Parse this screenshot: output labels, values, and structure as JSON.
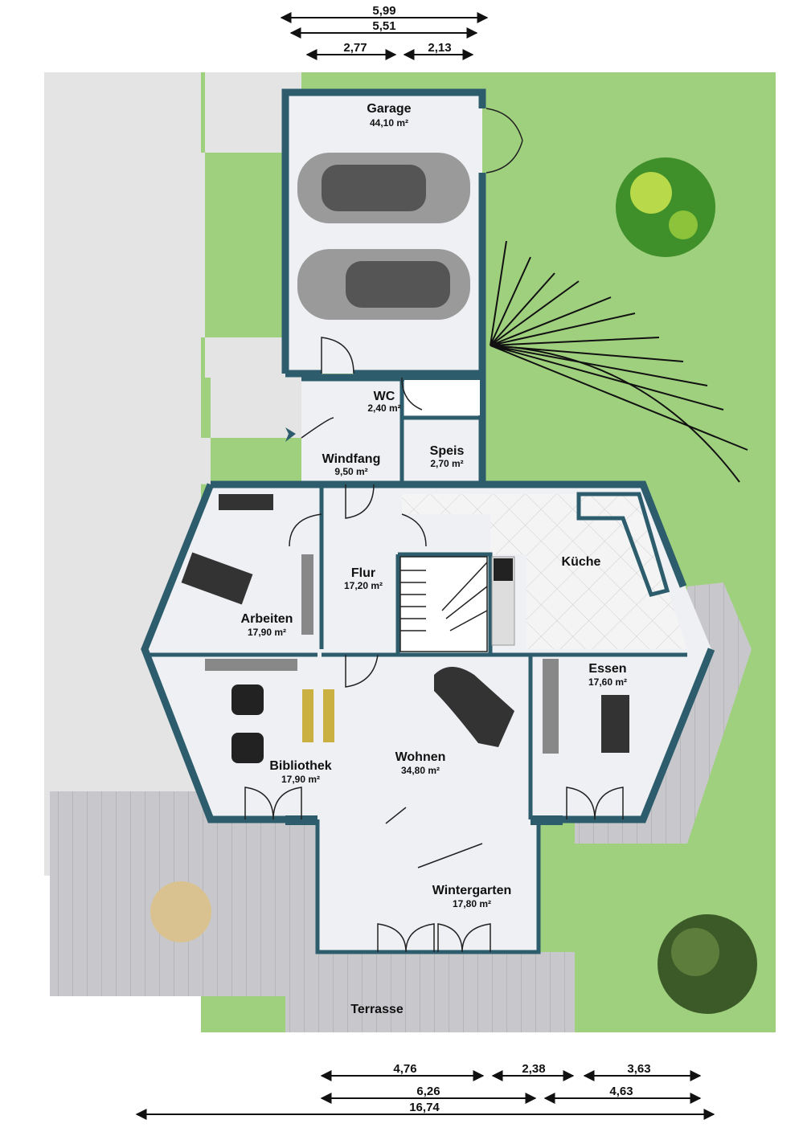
{
  "colors": {
    "wall": "#2d5d6c",
    "lawn": "#9fd07e",
    "pavement": "#e4e4e4",
    "deck": "#c9c9cc",
    "floor": "#eef0f3",
    "kitchen_tiles": "#e2e2e2"
  },
  "dimensions": {
    "top": [
      "5,99",
      "5,51",
      "2,77",
      "2,13"
    ],
    "bottom": [
      "4,76",
      "2,38",
      "3,63",
      "6,26",
      "4,63",
      "16,74"
    ]
  },
  "rooms": {
    "garage": {
      "name": "Garage",
      "area": "44,10 m²"
    },
    "wc": {
      "name": "WC",
      "area": "2,40 m²"
    },
    "speis": {
      "name": "Speis",
      "area": "2,70 m²"
    },
    "windfang": {
      "name": "Windfang",
      "area": "9,50 m²"
    },
    "flur": {
      "name": "Flur",
      "area": "17,20 m²"
    },
    "kueche": {
      "name": "Küche"
    },
    "arbeiten": {
      "name": "Arbeiten",
      "area": "17,90 m²"
    },
    "essen": {
      "name": "Essen",
      "area": "17,60 m²"
    },
    "bibliothek": {
      "name": "Bibliothek",
      "area": "17,90 m²"
    },
    "wohnen": {
      "name": "Wohnen",
      "area": "34,80 m²"
    },
    "wintergarten": {
      "name": "Wintergarten",
      "area": "17,80 m²"
    },
    "terrasse": {
      "name": "Terrasse"
    }
  }
}
